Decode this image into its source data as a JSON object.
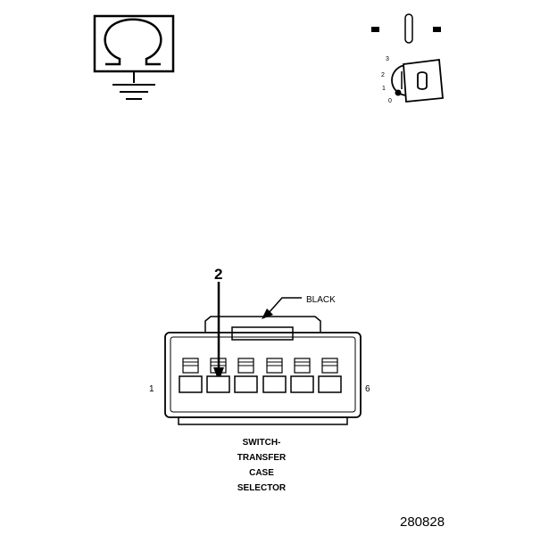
{
  "diagram": {
    "ohmmeter_icon": "ohmmeter-omega-icon",
    "ignition_icon": "ignition-key-icon",
    "ignition_positions": [
      "3",
      "2",
      "1",
      "0"
    ],
    "pin_callout": "2",
    "wire_color_label": "BLACK",
    "pin_left_number": "1",
    "pin_right_number": "6",
    "component_label": [
      "SWITCH-",
      "TRANSFER",
      "CASE",
      "SELECTOR"
    ],
    "figure_number": "280828"
  }
}
